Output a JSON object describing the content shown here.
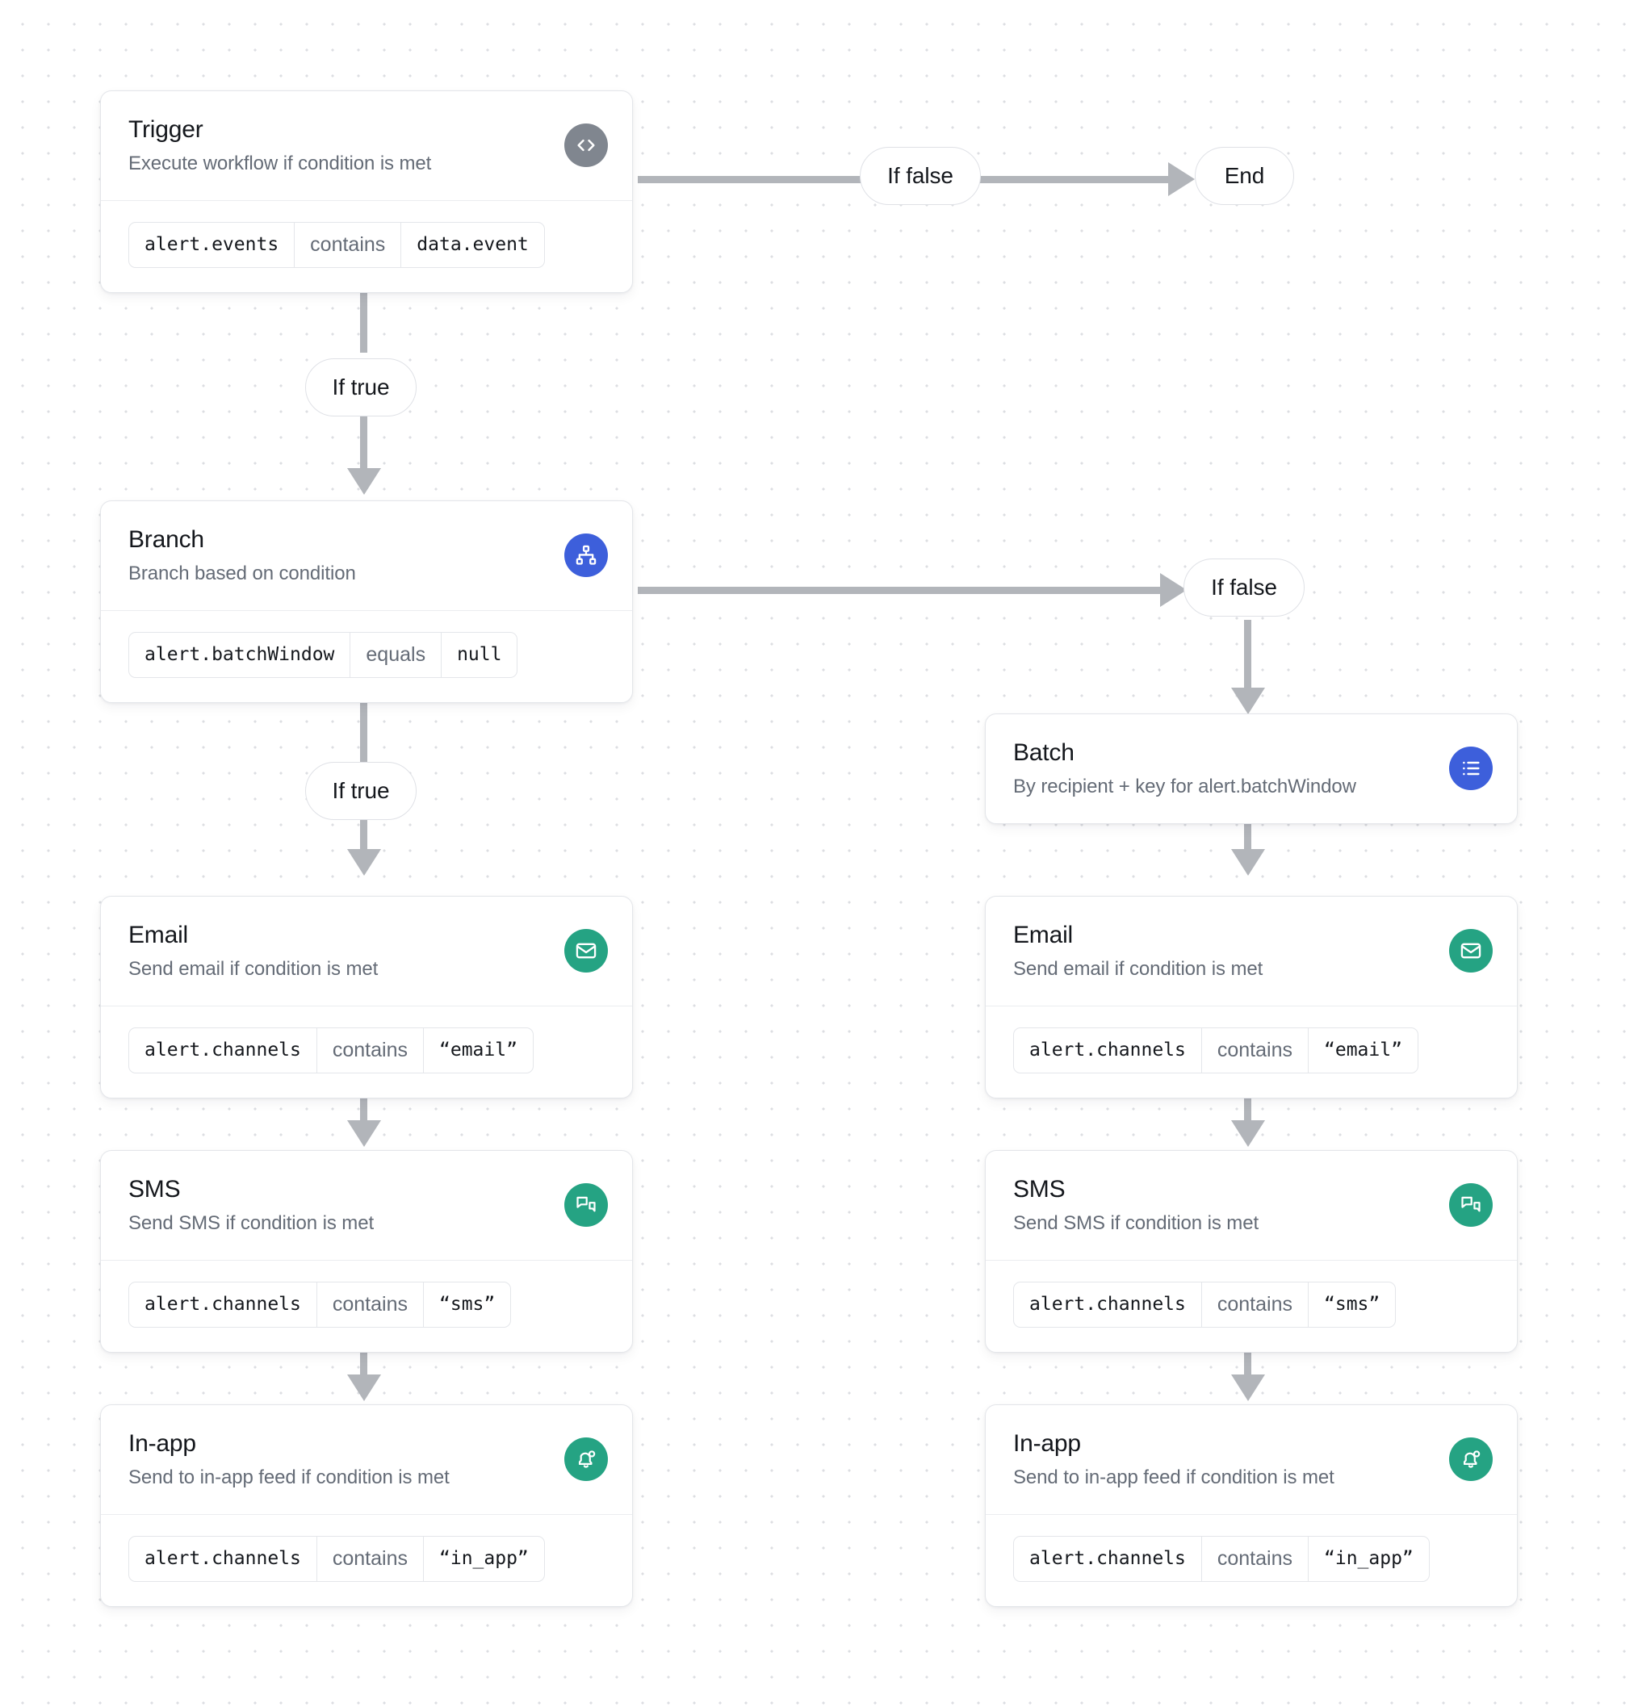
{
  "canvas": {
    "background": "#ffffff",
    "grid_dot_color": "#dcdee2",
    "edge_color": "#b2b5ba"
  },
  "colors": {
    "trigger_icon_bg": "#80868f",
    "branch_icon_bg": "#3d5fdb",
    "batch_icon_bg": "#3d5fdb",
    "channel_icon_bg": "#25a383",
    "card_border": "#e4e6ea",
    "title_text": "#14171c",
    "subtitle_text": "#646b76"
  },
  "nodes": {
    "trigger": {
      "title": "Trigger",
      "subtitle": "Execute workflow if condition is met",
      "icon": "code-icon",
      "condition": {
        "field": "alert.events",
        "operator": "contains",
        "value": "data.event"
      }
    },
    "branch": {
      "title": "Branch",
      "subtitle": "Branch based on condition",
      "icon": "hierarchy-icon",
      "condition": {
        "field": "alert.batchWindow",
        "operator": "equals",
        "value": "null"
      }
    },
    "batch": {
      "title": "Batch",
      "subtitle": "By recipient + key for alert.batchWindow",
      "icon": "list-icon"
    },
    "email_left": {
      "title": "Email",
      "subtitle": "Send email if condition is met",
      "icon": "envelope-icon",
      "condition": {
        "field": "alert.channels",
        "operator": "contains",
        "value": "“email”"
      }
    },
    "sms_left": {
      "title": "SMS",
      "subtitle": "Send SMS if condition is met",
      "icon": "chat-bubbles-icon",
      "condition": {
        "field": "alert.channels",
        "operator": "contains",
        "value": "“sms”"
      }
    },
    "inapp_left": {
      "title": "In-app",
      "subtitle": "Send to in-app feed if condition is met",
      "icon": "bell-dot-icon",
      "condition": {
        "field": "alert.channels",
        "operator": "contains",
        "value": "“in_app”"
      }
    },
    "email_right": {
      "title": "Email",
      "subtitle": "Send email if condition is met",
      "icon": "envelope-icon",
      "condition": {
        "field": "alert.channels",
        "operator": "contains",
        "value": "“email”"
      }
    },
    "sms_right": {
      "title": "SMS",
      "subtitle": "Send SMS if condition is met",
      "icon": "chat-bubbles-icon",
      "condition": {
        "field": "alert.channels",
        "operator": "contains",
        "value": "“sms”"
      }
    },
    "inapp_right": {
      "title": "In-app",
      "subtitle": "Send to in-app feed if condition is met",
      "icon": "bell-dot-icon",
      "condition": {
        "field": "alert.channels",
        "operator": "contains",
        "value": "“in_app”"
      }
    },
    "end": {
      "label": "End"
    }
  },
  "edge_labels": {
    "trigger_false": "If false",
    "trigger_true": "If true",
    "branch_false": "If false",
    "branch_true": "If true"
  }
}
